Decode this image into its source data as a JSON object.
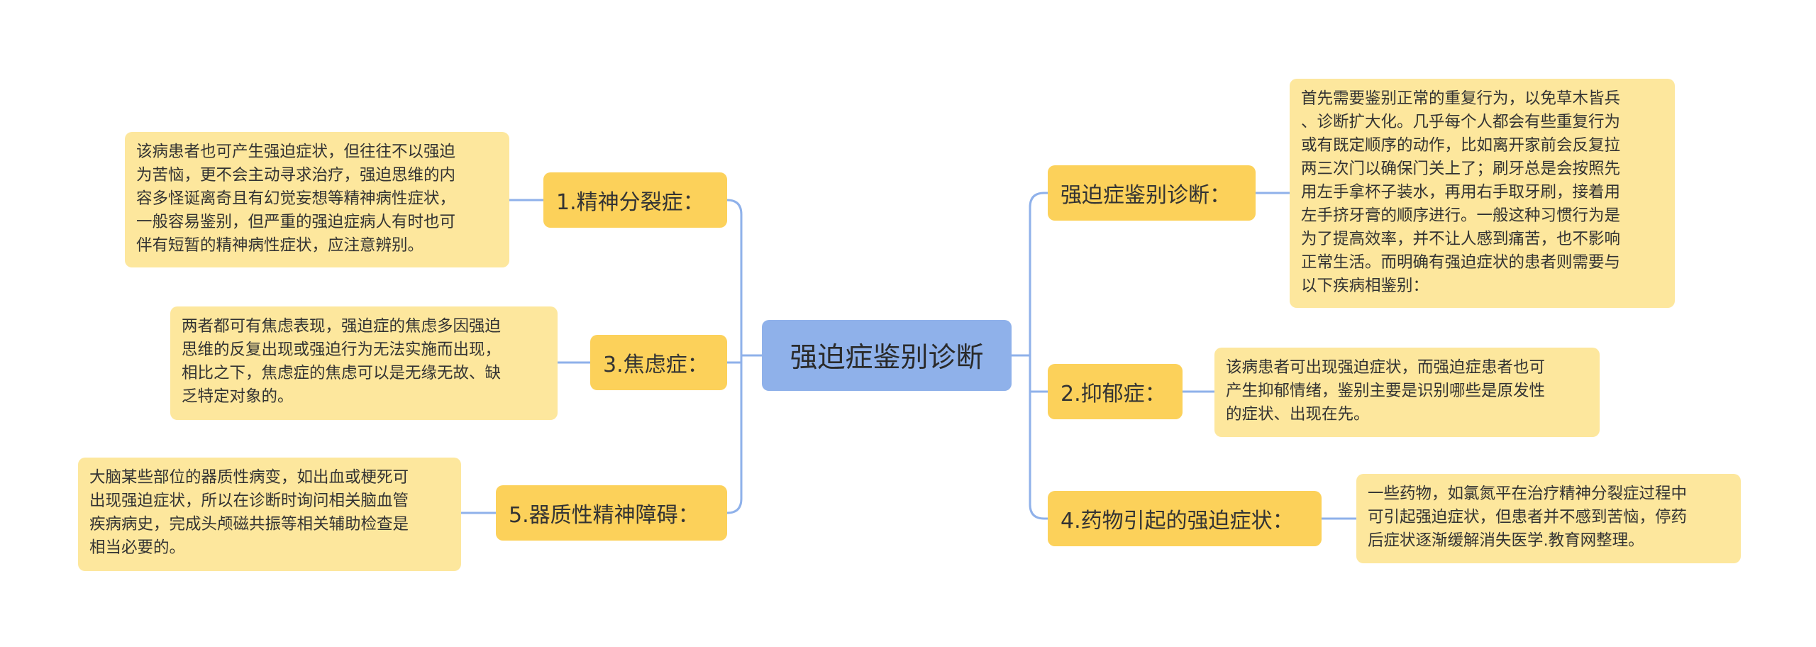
{
  "colors": {
    "center": "#8fb1ea",
    "branch": "#fcd15a",
    "leaf": "#fde79d",
    "connector": "#8fb1ea"
  },
  "center": {
    "title": "强迫症鉴别诊断"
  },
  "branches": {
    "schizophrenia": {
      "label": "1.精神分裂症：",
      "detail": "该病患者也可产生强迫症状，但往往不以强迫\n为苦恼，更不会主动寻求治疗，强迫思维的内\n容多怪诞离奇且有幻觉妄想等精神病性症状，\n一般容易鉴别，但严重的强迫症病人有时也可\n伴有短暂的精神病性症状，应注意辨别。"
    },
    "anxiety": {
      "label": "3.焦虑症：",
      "detail": "两者都可有焦虑表现，强迫症的焦虑多因强迫\n思维的反复出现或强迫行为无法实施而出现，\n相比之下，焦虑症的焦虑可以是无缘无故、缺\n乏特定对象的。"
    },
    "organic": {
      "label": "5.器质性精神障碍：",
      "detail": "大脑某些部位的器质性病变，如出血或梗死可\n出现强迫症状，所以在诊断时询问相关脑血管\n疾病病史，完成头颅磁共振等相关辅助检查是\n相当必要的。"
    },
    "differential": {
      "label": "强迫症鉴别诊断：",
      "detail": "首先需要鉴别正常的重复行为，以免草木皆兵\n、诊断扩大化。几乎每个人都会有些重复行为\n或有既定顺序的动作，比如离开家前会反复拉\n两三次门以确保门关上了；刷牙总是会按照先\n用左手拿杯子装水，再用右手取牙刷，接着用\n左手挤牙膏的顺序进行。一般这种习惯行为是\n为了提高效率，并不让人感到痛苦，也不影响\n正常生活。而明确有强迫症状的患者则需要与\n以下疾病相鉴别："
    },
    "depression": {
      "label": "2.抑郁症：",
      "detail": "该病患者可出现强迫症状，而强迫症患者也可\n产生抑郁情绪，鉴别主要是识别哪些是原发性\n的症状、出现在先。"
    },
    "drug": {
      "label": "4.药物引起的强迫症状：",
      "detail": "一些药物，如氯氮平在治疗精神分裂症过程中\n可引起强迫症状，但患者并不感到苦恼，停药\n后症状逐渐缓解消失医学.教育网整理。"
    }
  }
}
